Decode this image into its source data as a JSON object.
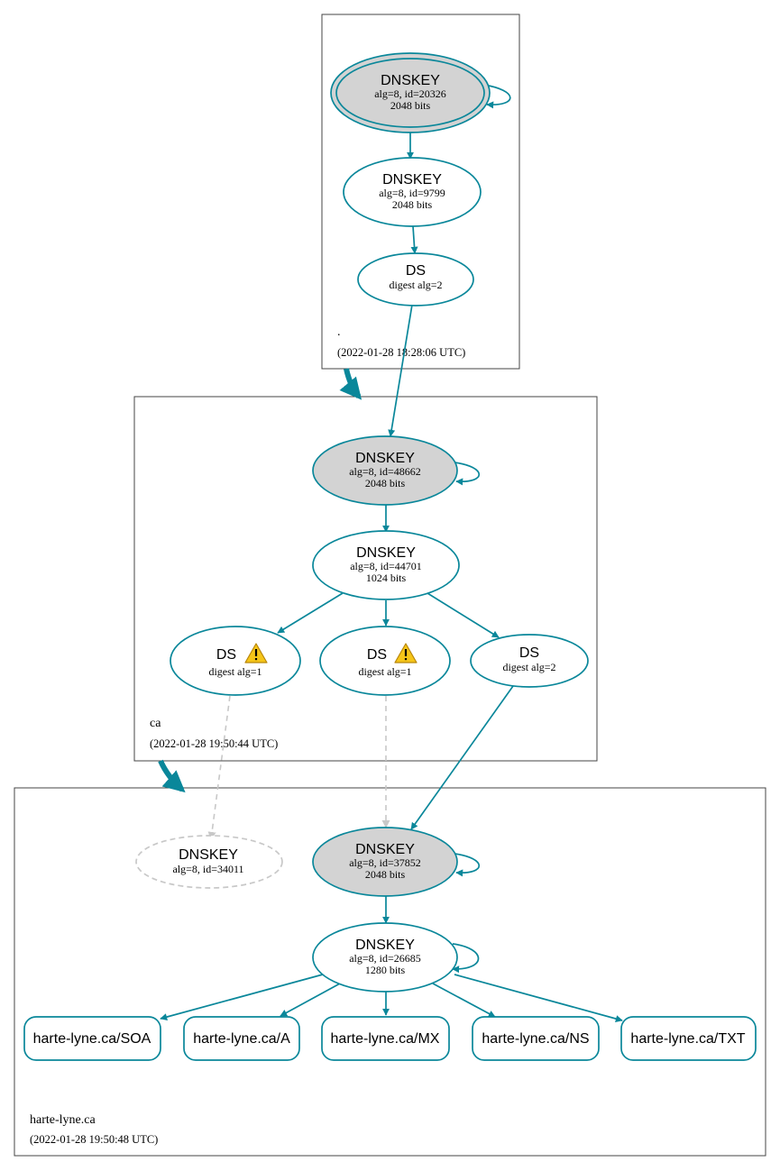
{
  "zones": {
    "root": {
      "name": ".",
      "timestamp": "(2022-01-28 18:28:06 UTC)"
    },
    "ca": {
      "name": "ca",
      "timestamp": "(2022-01-28 19:50:44 UTC)"
    },
    "domain": {
      "name": "harte-lyne.ca",
      "timestamp": "(2022-01-28 19:50:48 UTC)"
    }
  },
  "nodes": {
    "root_ksk": {
      "title": "DNSKEY",
      "line1": "alg=8, id=20326",
      "line2": "2048 bits"
    },
    "root_zsk": {
      "title": "DNSKEY",
      "line1": "alg=8, id=9799",
      "line2": "2048 bits"
    },
    "root_ds": {
      "title": "DS",
      "line1": "digest alg=2"
    },
    "ca_ksk": {
      "title": "DNSKEY",
      "line1": "alg=8, id=48662",
      "line2": "2048 bits"
    },
    "ca_zsk": {
      "title": "DNSKEY",
      "line1": "alg=8, id=44701",
      "line2": "1024 bits"
    },
    "ca_ds1": {
      "title": "DS",
      "line1": "digest alg=1"
    },
    "ca_ds2": {
      "title": "DS",
      "line1": "digest alg=1"
    },
    "ca_ds3": {
      "title": "DS",
      "line1": "digest alg=2"
    },
    "dom_missing": {
      "title": "DNSKEY",
      "line1": "alg=8, id=34011"
    },
    "dom_ksk": {
      "title": "DNSKEY",
      "line1": "alg=8, id=37852",
      "line2": "2048 bits"
    },
    "dom_zsk": {
      "title": "DNSKEY",
      "line1": "alg=8, id=26685",
      "line2": "1280 bits"
    }
  },
  "rrsets": [
    "harte-lyne.ca/SOA",
    "harte-lyne.ca/A",
    "harte-lyne.ca/MX",
    "harte-lyne.ca/NS",
    "harte-lyne.ca/TXT"
  ],
  "colors": {
    "edge": "#0a879a",
    "ksk_fill": "#d3d3d3",
    "missing": "#c8c8c8",
    "warning": "#f5c518"
  },
  "icons": {
    "warning": "warning-icon"
  }
}
